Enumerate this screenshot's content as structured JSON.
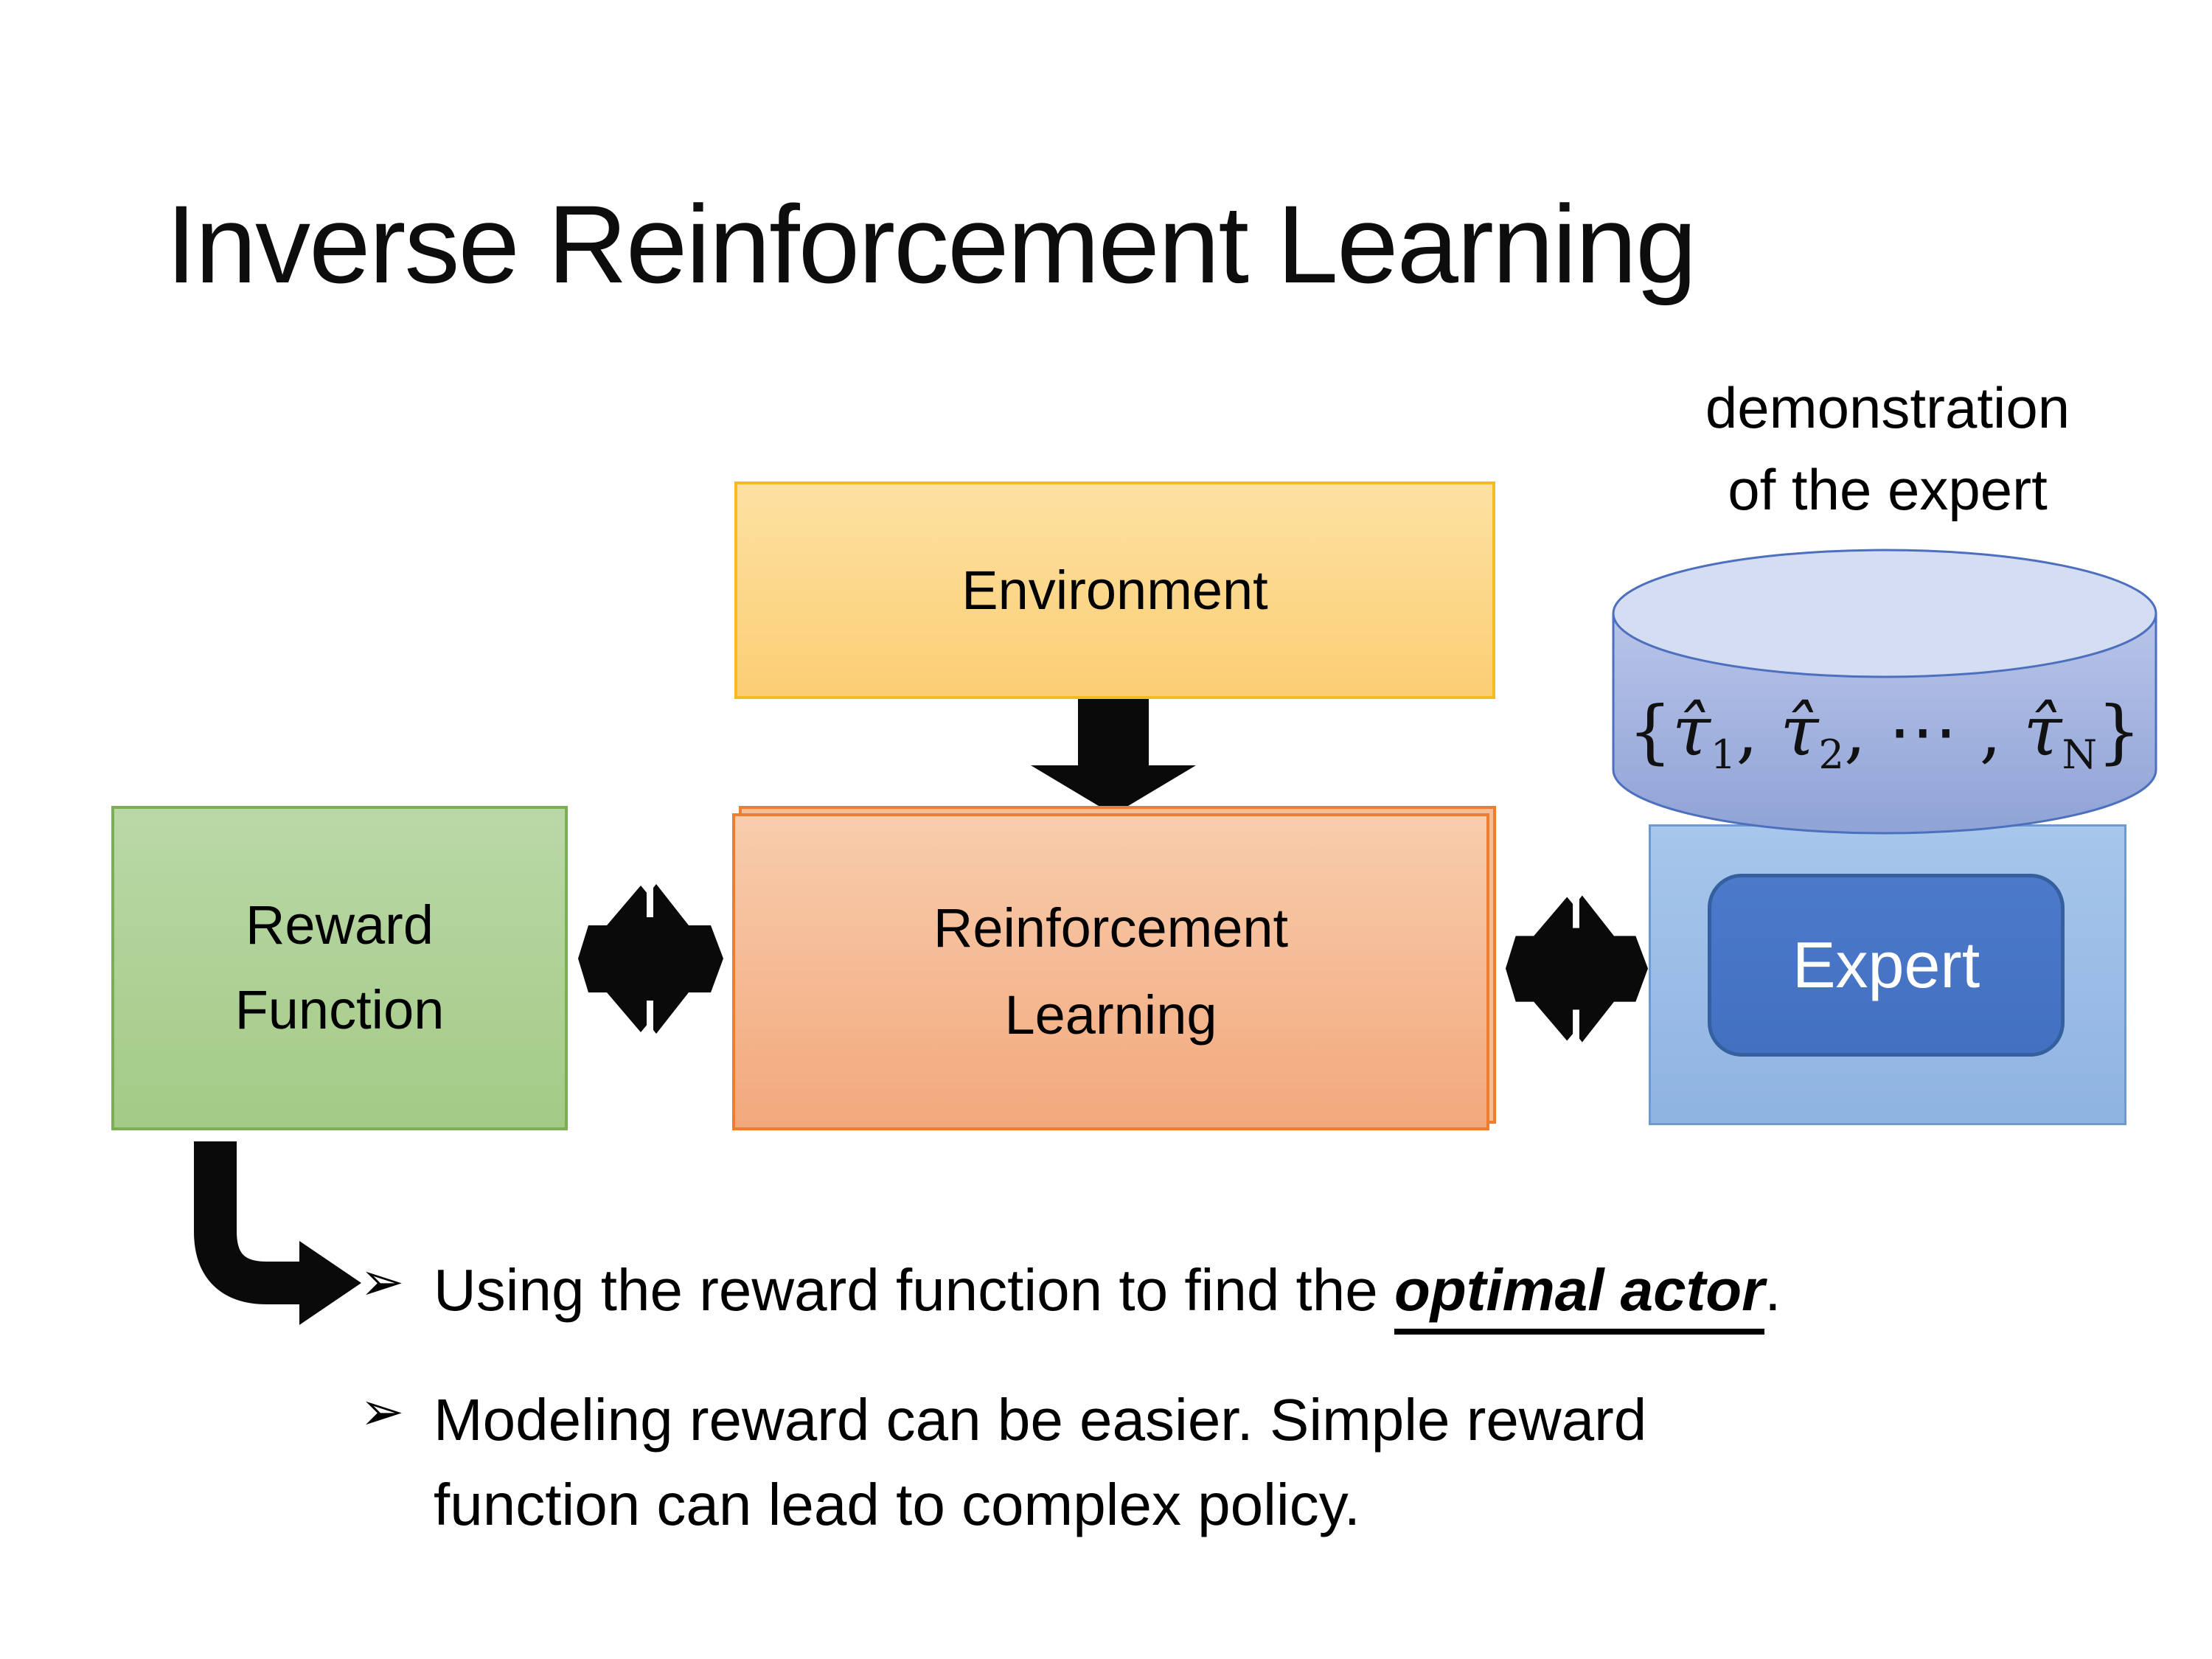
{
  "slide": {
    "title": "Inverse Reinforcement Learning",
    "demo_label": {
      "line1": "demonstration",
      "line2": "of the expert"
    },
    "boxes": {
      "environment": "Environment",
      "reward_line1": "Reward",
      "reward_line2": "Function",
      "rl_line1": "Reinforcement",
      "rl_line2": "Learning",
      "expert": "Expert"
    },
    "formula": {
      "open": "{",
      "tau1": "τ̂",
      "sub1": "1",
      "sep1": ", ",
      "tau2": "τ̂",
      "sub2": "2",
      "sep2": ", ",
      "dots": "⋯",
      "sep3": " , ",
      "tauN": "τ̂",
      "subN": "N",
      "close": "}"
    },
    "bullets": {
      "item1": {
        "marker": "➢",
        "pre": "Using the reward function to find the ",
        "emph": "optimal actor",
        "post": "."
      },
      "item2": {
        "marker": "➢",
        "line1": "Modeling reward can be easier. Simple reward",
        "line2": "function can lead to complex policy."
      }
    },
    "colors": {
      "environment_fill": "#FBD68C",
      "environment_border": "#F5BC22",
      "reward_fill": "#AED29A",
      "reward_border": "#7CAF55",
      "rl_fill": "#F5B088",
      "rl_border": "#EC7D31",
      "expert_panel_fill": "#9BBDE6",
      "expert_box_fill": "#4472C4",
      "expert_box_border": "#35609F",
      "cylinder_body_fill": "#A5B4DE",
      "cylinder_top_fill": "#D5DDF2",
      "cylinder_border": "#4C6FBE",
      "arrow_color": "#0A0A0A"
    }
  }
}
